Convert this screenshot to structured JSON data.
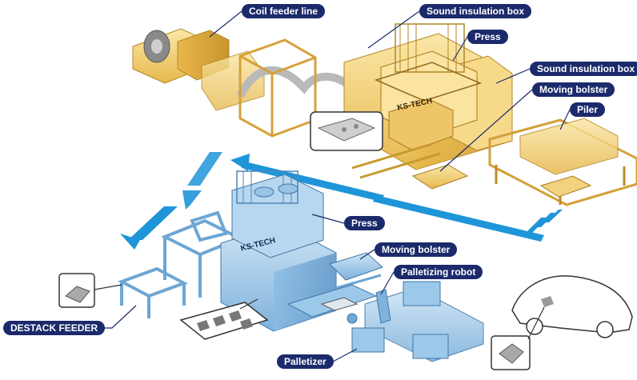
{
  "labels": {
    "coil_feeder_line": "Coil feeder line",
    "sound_insulation_box_top": "Sound insulation box",
    "press_top": "Press",
    "sound_insulation_box_right": "Sound insulation box",
    "moving_bolster_top": "Moving bolster",
    "piler": "Piler",
    "press_bottom": "Press",
    "moving_bolster_bottom": "Moving bolster",
    "palletizing_robot": "Palletizing robot",
    "destack_feeder": "DESTACK FEEDER",
    "palletizer": "Palletizer"
  },
  "press_branding": {
    "top": "KS-TECH",
    "bottom": "KS-TECH"
  },
  "colors": {
    "label_bg": "#1b2a6b",
    "label_text": "#ffffff",
    "top_line_fill": "#f5d37a",
    "bottom_line_fill": "#9cc8ea",
    "flow_arrow": "#1e95d8"
  }
}
